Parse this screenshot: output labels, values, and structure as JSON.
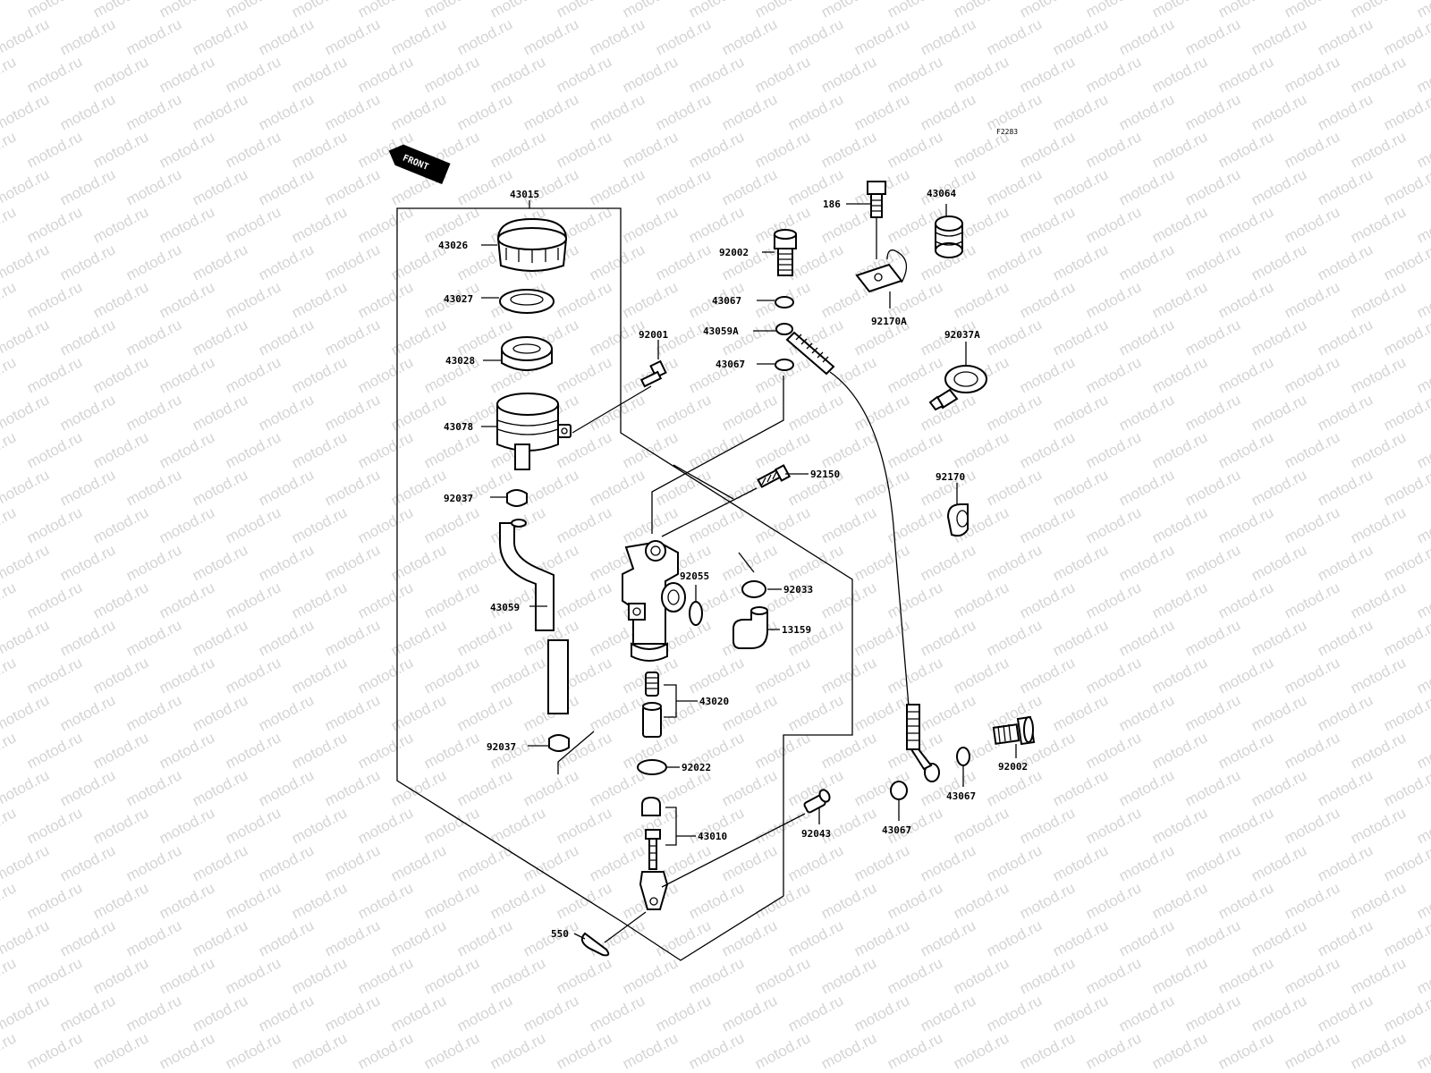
{
  "diagram": {
    "code": "F2283",
    "front_label": "FRONT",
    "watermark": "motod.ru",
    "part_labels": {
      "p43015": "43015",
      "p43026": "43026",
      "p43027": "43027",
      "p43028": "43028",
      "p43078": "43078",
      "p92037_top": "92037",
      "p43059": "43059",
      "p92037_bottom": "92037",
      "p92001": "92001",
      "p92002_top": "92002",
      "p43067_a": "43067",
      "p43059A": "43059A",
      "p43067_b": "43067",
      "p186": "186",
      "p43064": "43064",
      "p92170A": "92170A",
      "p92037A": "92037A",
      "p92150": "92150",
      "p92170": "92170",
      "p92055": "92055",
      "p92033": "92033",
      "p13159": "13159",
      "p43020": "43020",
      "p92022": "92022",
      "p43010": "43010",
      "p92043": "92043",
      "p550": "550",
      "p43067_c": "43067",
      "p43067_d": "43067",
      "p92002_bottom": "92002"
    }
  }
}
